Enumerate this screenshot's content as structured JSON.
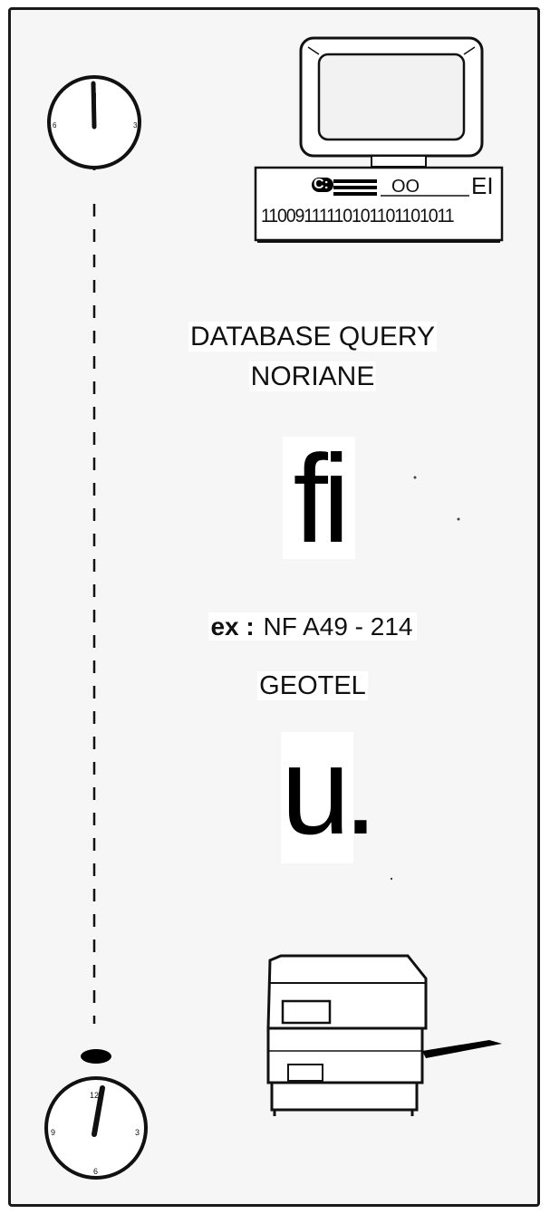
{
  "terminal": {
    "display_left": "C:",
    "display_mid": "OO",
    "display_right": "EI",
    "binary_strip": "11009111110101101101011"
  },
  "query": {
    "line1": "DATABASE QUERY",
    "line2": "NORIANE"
  },
  "glyph_1": "fi",
  "example": {
    "prefix": "ex :",
    "value": "NF A49 - 214"
  },
  "geotel": "GEOTEL",
  "glyph_2": "u.",
  "clock_top": {
    "numerals": [
      "6",
      "3"
    ]
  },
  "clock_bottom": {
    "numerals": [
      "12",
      "3",
      "9",
      "6"
    ]
  }
}
